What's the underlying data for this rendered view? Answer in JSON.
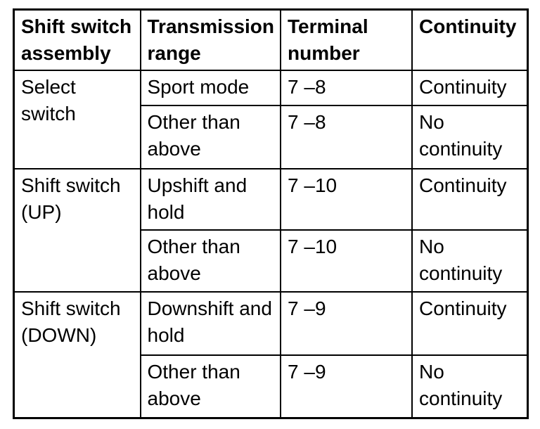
{
  "table": {
    "headers": [
      "Shift switch assembly",
      "Transmission range",
      "Terminal number",
      "Continuity"
    ],
    "sections": [
      {
        "assembly": "Select switch",
        "rows": [
          {
            "range": "Sport mode",
            "terminal": "7 –8",
            "continuity": "Continuity"
          },
          {
            "range": "Other than above",
            "terminal": "7 –8",
            "continuity": "No continuity"
          }
        ]
      },
      {
        "assembly": "Shift switch (UP)",
        "rows": [
          {
            "range": "Upshift and hold",
            "terminal": "7 –10",
            "continuity": "Continuity"
          },
          {
            "range": "Other than above",
            "terminal": "7 –10",
            "continuity": "No continuity"
          }
        ]
      },
      {
        "assembly": "Shift switch (DOWN)",
        "rows": [
          {
            "range": "Downshift and hold",
            "terminal": "7 –9",
            "continuity": "Continuity"
          },
          {
            "range": "Other than above",
            "terminal": "7 –9",
            "continuity": "No continuity"
          }
        ]
      }
    ]
  },
  "colors": {
    "border": "#000000",
    "text": "#000000",
    "background": "#ffffff"
  }
}
